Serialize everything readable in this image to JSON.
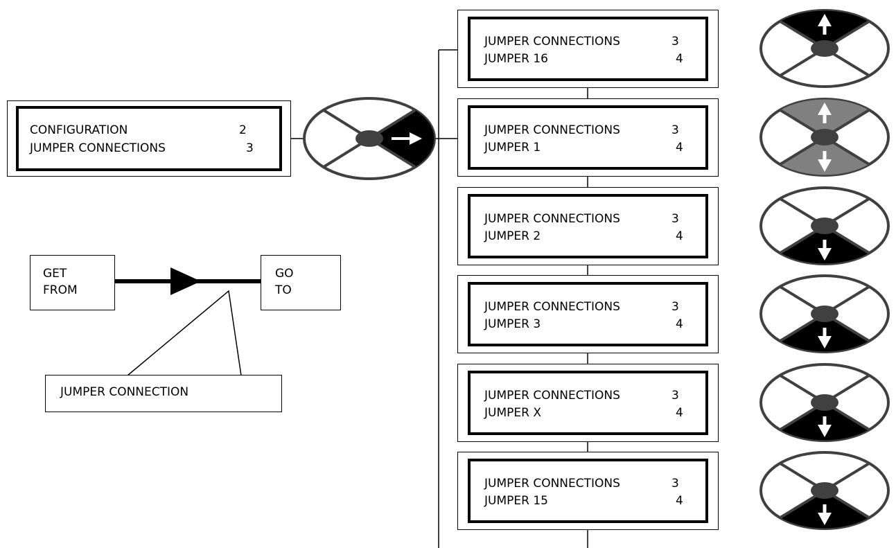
{
  "config_menu": {
    "line1_label": "CONFIGURATION",
    "line1_number": "2",
    "line2_label": "JUMPER CONNECTIONS",
    "line2_number": "3"
  },
  "menus": [
    {
      "line1_label": "JUMPER CONNECTIONS",
      "line1_number": "3",
      "line2_label": "JUMPER 16",
      "line2_number": "4",
      "keypad": "up"
    },
    {
      "line1_label": "JUMPER CONNECTIONS",
      "line1_number": "3",
      "line2_label": "JUMPER 1",
      "line2_number": "4",
      "keypad": "up-down"
    },
    {
      "line1_label": "JUMPER CONNECTIONS",
      "line1_number": "3",
      "line2_label": "JUMPER 2",
      "line2_number": "4",
      "keypad": "down"
    },
    {
      "line1_label": "JUMPER CONNECTIONS",
      "line1_number": "3",
      "line2_label": "JUMPER 3",
      "line2_number": "4",
      "keypad": "down"
    },
    {
      "line1_label": "JUMPER CONNECTIONS",
      "line1_number": "3",
      "line2_label": "JUMPER X",
      "line2_number": "4",
      "keypad": "down"
    },
    {
      "line1_label": "JUMPER CONNECTIONS",
      "line1_number": "3",
      "line2_label": "JUMPER 15",
      "line2_number": "4",
      "keypad": "down"
    }
  ],
  "legend": {
    "source_line1": "GET",
    "source_line2": "FROM",
    "dest_line1": "GO",
    "dest_line2": "TO",
    "connection_label": "JUMPER CONNECTION"
  },
  "colors": {
    "highlight": "#000000",
    "dim_highlight": "#808080",
    "center_button": "#404040",
    "ring": "#404040"
  }
}
